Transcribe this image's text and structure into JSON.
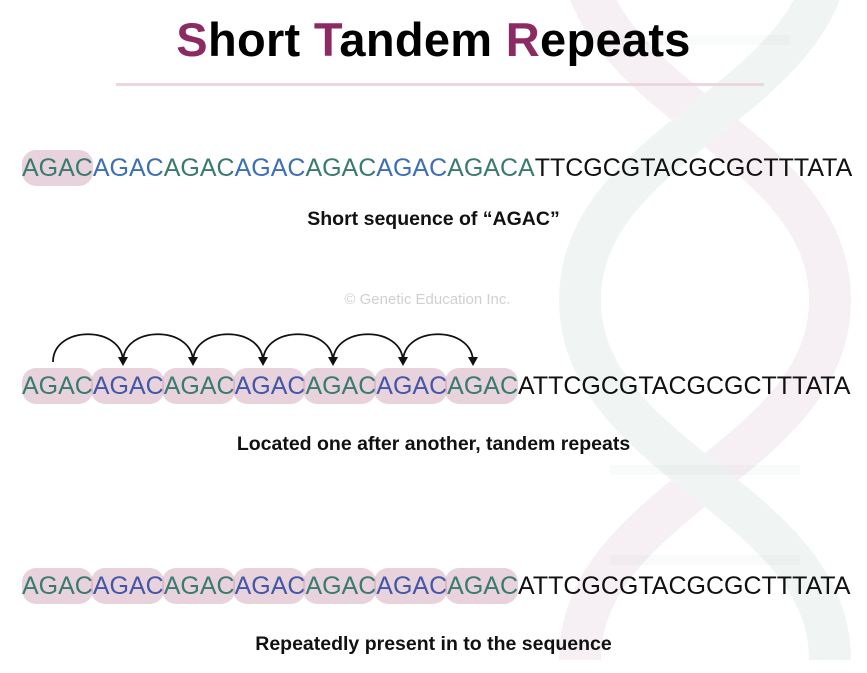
{
  "title": {
    "parts": [
      {
        "accent": "S",
        "rest": "hort "
      },
      {
        "accent": "T",
        "rest": "andem "
      },
      {
        "accent": "R",
        "rest": "epeats"
      }
    ]
  },
  "colors": {
    "accent": "#8c2a63",
    "highlight": "#e6cfdb",
    "repeat_green": "#3a7a6f",
    "repeat_blue": "#3d6fb5",
    "flank_black": "#111111"
  },
  "row1": {
    "segments": [
      {
        "text": "AGAC",
        "color": "green",
        "highlight": true
      },
      {
        "text": "AGAC",
        "color": "blue",
        "highlight": false
      },
      {
        "text": "AGAC",
        "color": "green",
        "highlight": false
      },
      {
        "text": "AGAC",
        "color": "blue",
        "highlight": false
      },
      {
        "text": "AGAC",
        "color": "green",
        "highlight": false
      },
      {
        "text": "AGAC",
        "color": "blue",
        "highlight": false
      },
      {
        "text": "AGACA",
        "color": "green",
        "highlight": false
      },
      {
        "text": "TTCGCGTACGCGCTTTATA",
        "color": "black",
        "highlight": false
      }
    ],
    "caption": "Short sequence of “AGAC”"
  },
  "watermark": "© Genetic Education Inc.",
  "row2": {
    "segments": [
      {
        "text": "AGAC",
        "color": "green",
        "highlight": true
      },
      {
        "text": "AGAC",
        "color": "blue2",
        "highlight": true
      },
      {
        "text": "AGAC",
        "color": "green",
        "highlight": true
      },
      {
        "text": "AGAC",
        "color": "blue2",
        "highlight": true
      },
      {
        "text": "AGAC",
        "color": "green",
        "highlight": true
      },
      {
        "text": "AGAC",
        "color": "blue2",
        "highlight": true
      },
      {
        "text": "AGAC",
        "color": "green",
        "highlight": true
      },
      {
        "text": "ATTCGCGTACGCGCTTTATA",
        "color": "black",
        "highlight": false
      }
    ],
    "arrow_count": 6,
    "caption": "Located one after another, tandem repeats"
  },
  "row3": {
    "segments": [
      {
        "text": "AGAC",
        "color": "green",
        "highlight": true
      },
      {
        "text": "AGAC",
        "color": "blue2",
        "highlight": true
      },
      {
        "text": "AGAC",
        "color": "green",
        "highlight": true
      },
      {
        "text": "AGAC",
        "color": "blue2",
        "highlight": true
      },
      {
        "text": "AGAC",
        "color": "green",
        "highlight": true
      },
      {
        "text": "AGAC",
        "color": "blue2",
        "highlight": true
      },
      {
        "text": "AGAC",
        "color": "green",
        "highlight": true
      },
      {
        "text": "ATTCGCGTACGCGCTTTATA",
        "color": "black",
        "highlight": false
      }
    ],
    "caption": "Repeatedly present in to the sequence"
  }
}
